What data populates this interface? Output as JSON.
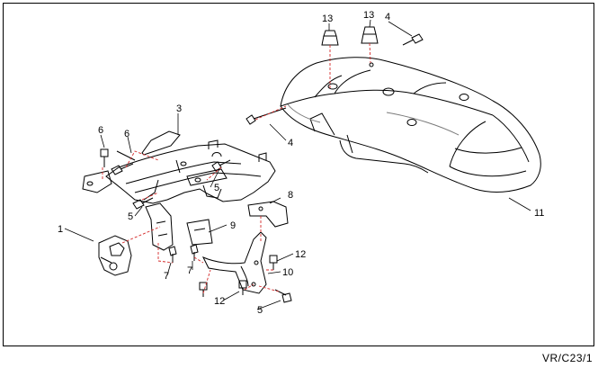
{
  "callouts": {
    "c1": "1",
    "c3": "3",
    "c4a": "4",
    "c4b": "4",
    "c5a": "5",
    "c5b": "5",
    "c5c": "5",
    "c6a": "6",
    "c6b": "6",
    "c7a": "7",
    "c7b": "7",
    "c8": "8",
    "c9": "9",
    "c10": "10",
    "c11": "11",
    "c12a": "12",
    "c12b": "12",
    "c13a": "13",
    "c13b": "13"
  },
  "reference_code": "VR/C23/1",
  "colors": {
    "leader_red": "#d42a2a",
    "line": "#000000",
    "shade": "#7a7a7a"
  }
}
